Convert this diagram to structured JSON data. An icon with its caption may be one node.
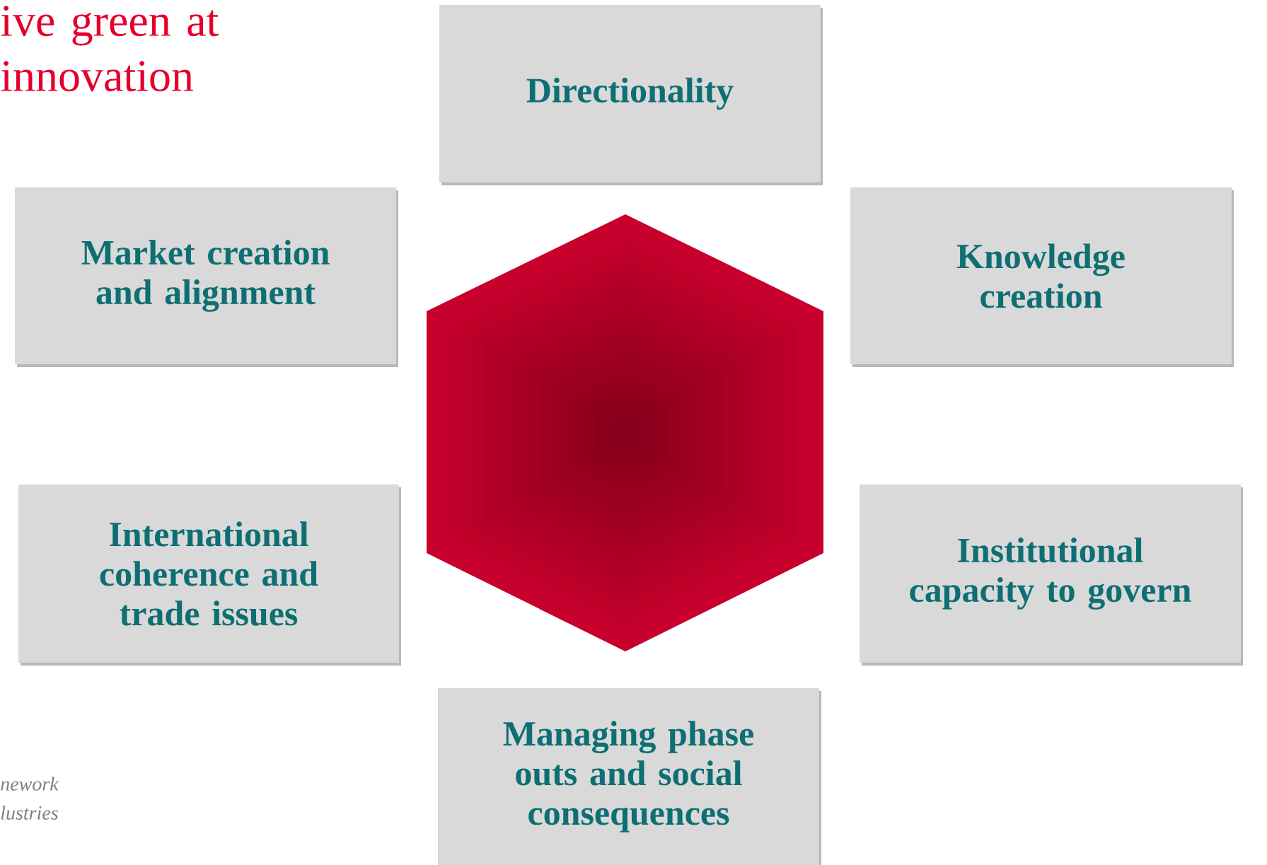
{
  "diagram": {
    "title": "ive green at innovation",
    "caption": "nework lustries",
    "nodes": [
      {
        "text": [
          "Directionality"
        ]
      },
      {
        "text": [
          "Market creation and alignment"
        ]
      },
      {
        "text": [
          "Knowledge creation"
        ]
      },
      {
        "text": [
          "International coherence and trade issues"
        ]
      },
      {
        "text": [
          "Institutional capacity to govern"
        ]
      },
      {
        "text": [
          "Managing phase outs and social consequences"
        ]
      }
    ]
  }
}
